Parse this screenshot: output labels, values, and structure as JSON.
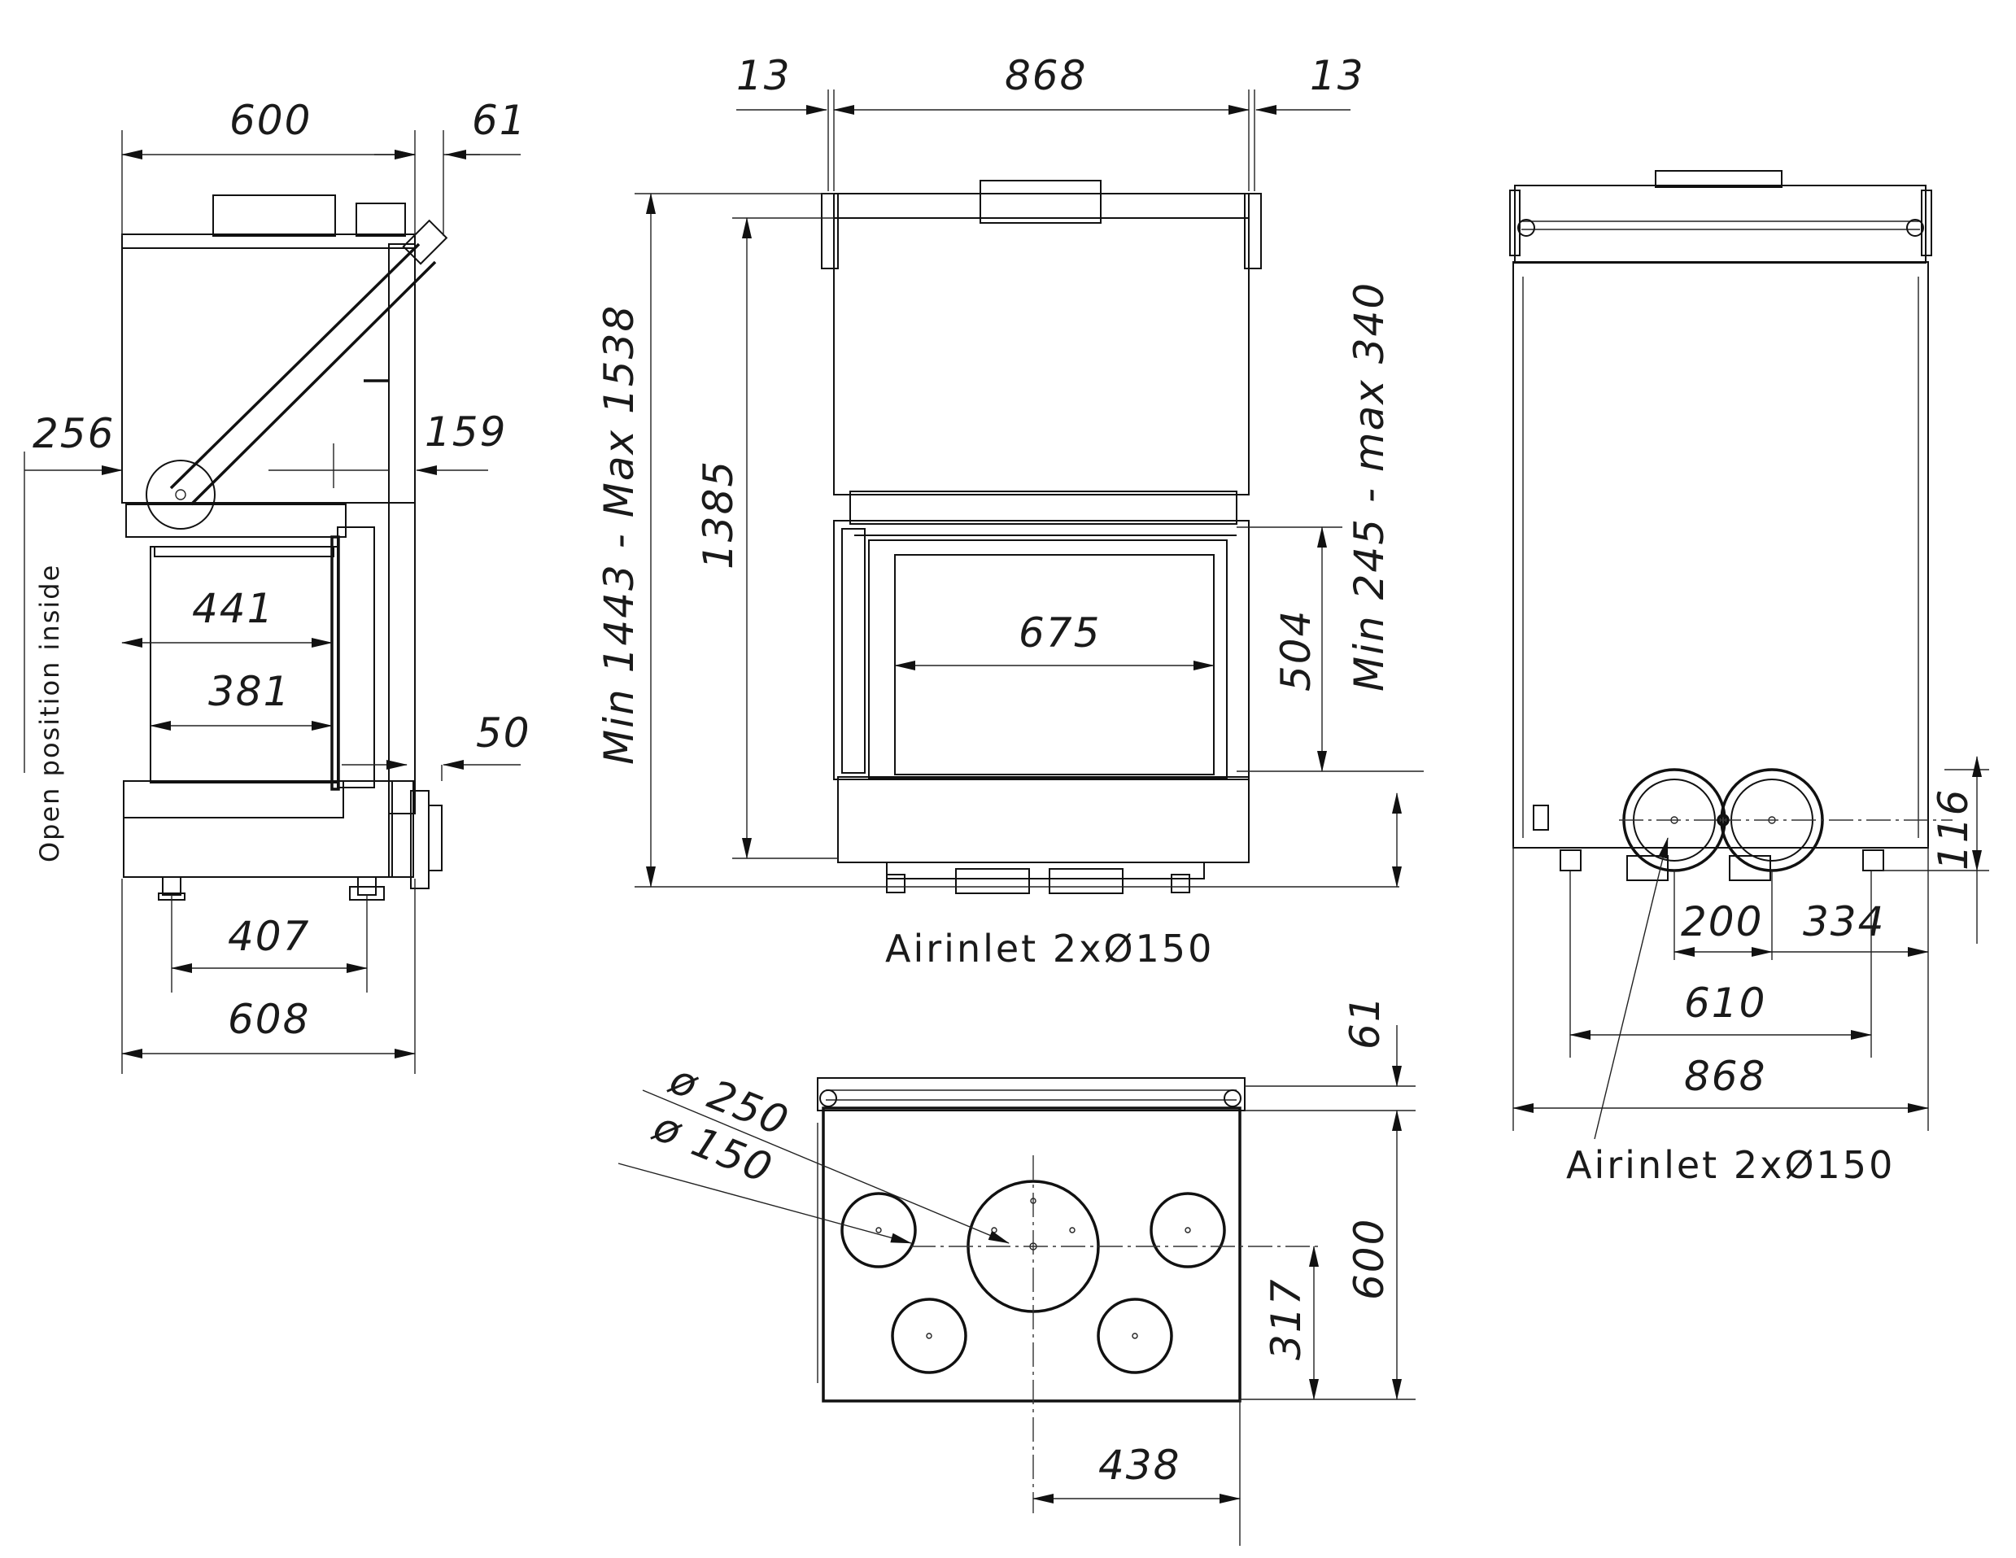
{
  "side_view": {
    "dims": {
      "top_width": "600",
      "top_offset": "61",
      "left_height": "256",
      "right_height": "159",
      "inner_depth_a": "441",
      "inner_depth_b": "381",
      "base_step": "50",
      "foot_span": "407",
      "overall_depth": "608"
    },
    "door_note": "Open position inside"
  },
  "front_view": {
    "dims": {
      "left_gap": "13",
      "width": "868",
      "right_gap": "13",
      "height_range": "Min 1443  -  Max 1538",
      "height": "1385",
      "glass_width": "675",
      "glass_height": "504",
      "top_range": "Min 245  -  max 340"
    },
    "airinlet": "Airinlet  2xØ150"
  },
  "rear_view": {
    "dims": {
      "inlet_height": "116",
      "inlet_spacing": "200",
      "inlet_offset": "334",
      "foot_span": "610",
      "width": "868"
    },
    "airinlet": "Airinlet  2xØ150"
  },
  "top_view": {
    "dims": {
      "top_offset": "61",
      "dia_large": "ø 250",
      "dia_small": "ø 150",
      "depth": "600",
      "center_offset_y": "317",
      "center_offset_x": "438"
    }
  }
}
